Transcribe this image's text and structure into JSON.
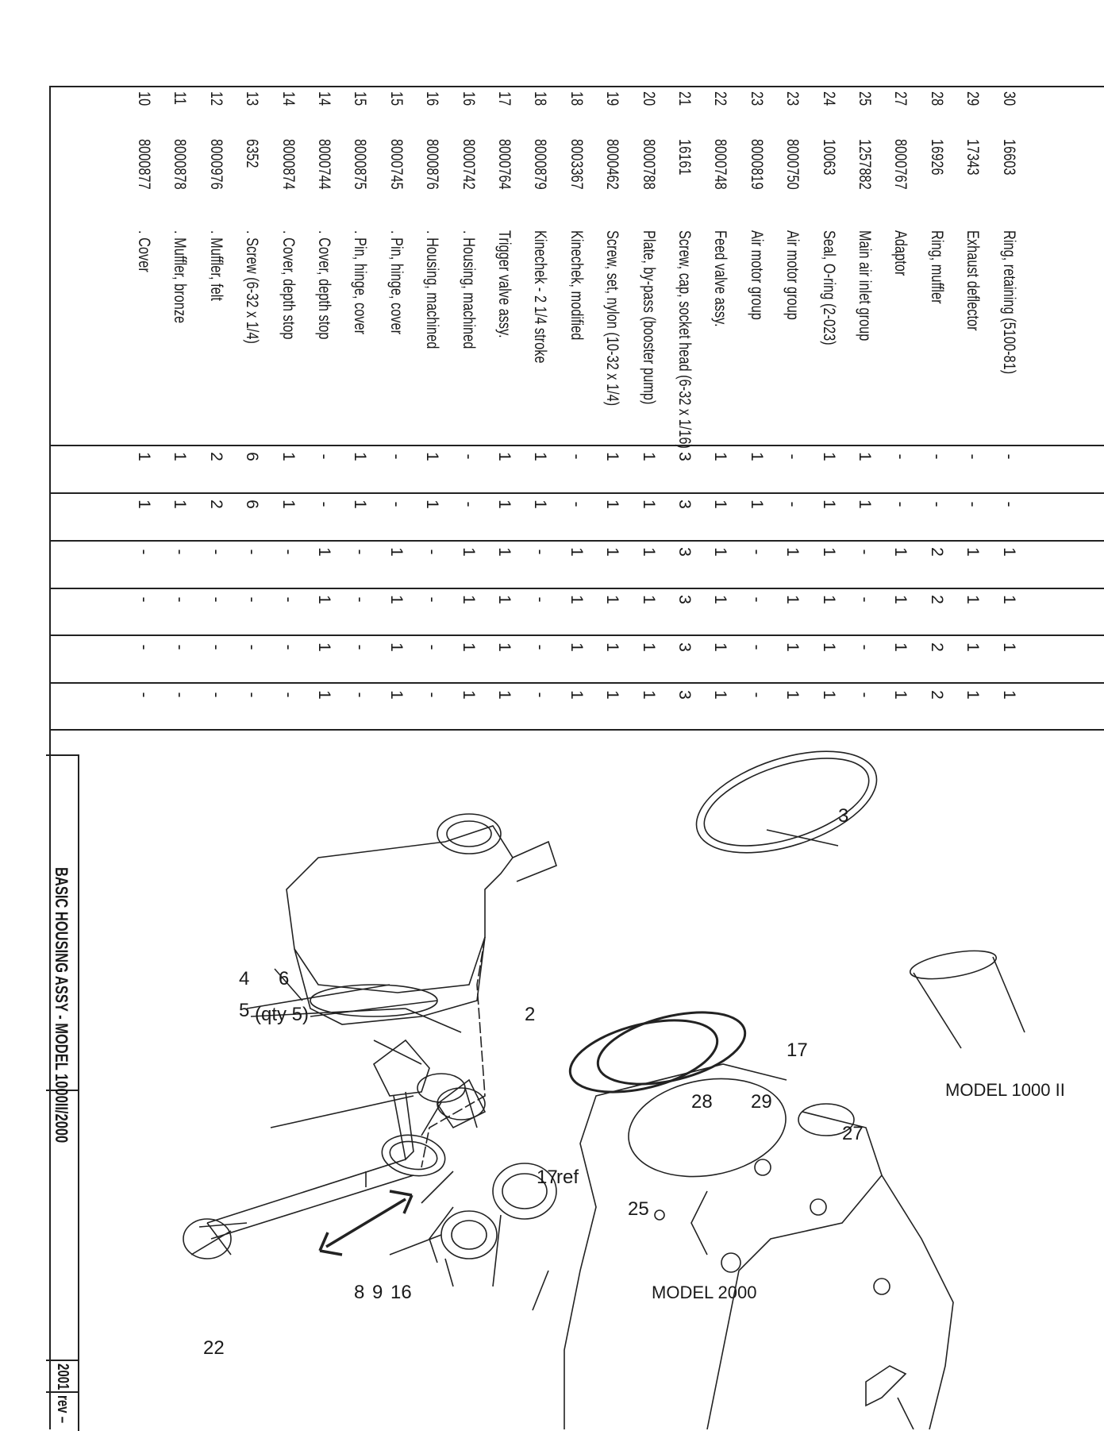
{
  "rows": [
    {
      "ref": "10",
      "part": "8000877",
      "desc": ". Cover",
      "q": [
        "1",
        "1",
        "-",
        "-",
        "-",
        "-"
      ]
    },
    {
      "ref": "11",
      "part": "8000878",
      "desc": ". Muffler, bronze",
      "q": [
        "1",
        "1",
        "-",
        "-",
        "-",
        "-"
      ]
    },
    {
      "ref": "12",
      "part": "8000976",
      "desc": ". Muffler, felt",
      "q": [
        "2",
        "2",
        "-",
        "-",
        "-",
        "-"
      ]
    },
    {
      "ref": "13",
      "part": "6352",
      "desc": ". Screw (6-32 x 1/4)",
      "q": [
        "6",
        "6",
        "-",
        "-",
        "-",
        "-"
      ]
    },
    {
      "ref": "14",
      "part": "8000874",
      "desc": ". Cover, depth stop",
      "q": [
        "1",
        "1",
        "-",
        "-",
        "-",
        "-"
      ]
    },
    {
      "ref": "14",
      "part": "8000744",
      "desc": ". Cover, depth stop",
      "q": [
        "-",
        "-",
        "1",
        "1",
        "1",
        "1"
      ]
    },
    {
      "ref": "15",
      "part": "8000875",
      "desc": ". Pin, hinge, cover",
      "q": [
        "1",
        "1",
        "-",
        "-",
        "-",
        "-"
      ]
    },
    {
      "ref": "15",
      "part": "8000745",
      "desc": ". Pin, hinge, cover",
      "q": [
        "-",
        "-",
        "1",
        "1",
        "1",
        "1"
      ]
    },
    {
      "ref": "16",
      "part": "8000876",
      "desc": ". Housing, machined",
      "q": [
        "1",
        "1",
        "-",
        "-",
        "-",
        "-"
      ]
    },
    {
      "ref": "16",
      "part": "8000742",
      "desc": ". Housing, machined",
      "q": [
        "-",
        "-",
        "1",
        "1",
        "1",
        "1"
      ]
    },
    {
      "ref": "17",
      "part": "8000764",
      "desc": "Trigger valve assy.",
      "q": [
        "1",
        "1",
        "1",
        "1",
        "1",
        "1"
      ]
    },
    {
      "ref": "18",
      "part": "8000879",
      "desc": "Kinechek - 2 1/4 stroke",
      "q": [
        "1",
        "1",
        "-",
        "-",
        "-",
        "-"
      ]
    },
    {
      "ref": "18",
      "part": "8003367",
      "desc": "Kinechek, modified",
      "q": [
        "-",
        "-",
        "1",
        "1",
        "1",
        "1"
      ]
    },
    {
      "ref": "19",
      "part": "8000462",
      "desc": "Screw, set, nylon (10-32 x 1/4)",
      "q": [
        "1",
        "1",
        "1",
        "1",
        "1",
        "1"
      ]
    },
    {
      "ref": "20",
      "part": "8000788",
      "desc": "Plate, by-pass (booster pump)",
      "q": [
        "1",
        "1",
        "1",
        "1",
        "1",
        "1"
      ]
    },
    {
      "ref": "21",
      "part": "16161",
      "desc": "Screw, cap, socket head (6-32 x 1/16)",
      "q": [
        "3",
        "3",
        "3",
        "3",
        "3",
        "3"
      ]
    },
    {
      "ref": "22",
      "part": "8000748",
      "desc": "Feed valve assy.",
      "q": [
        "1",
        "1",
        "1",
        "1",
        "1",
        "1"
      ]
    },
    {
      "ref": "23",
      "part": "8000819",
      "desc": "Air motor group",
      "q": [
        "1",
        "1",
        "-",
        "-",
        "-",
        "-"
      ]
    },
    {
      "ref": "23",
      "part": "8000750",
      "desc": "Air motor group",
      "q": [
        "-",
        "-",
        "1",
        "1",
        "1",
        "1"
      ]
    },
    {
      "ref": "24",
      "part": "10063",
      "desc": "Seal, O-ring (2-023)",
      "q": [
        "1",
        "1",
        "1",
        "1",
        "1",
        "1"
      ]
    },
    {
      "ref": "25",
      "part": "1257882",
      "desc": "Main air inlet group",
      "q": [
        "1",
        "1",
        "-",
        "-",
        "-",
        "-"
      ]
    },
    {
      "ref": "27",
      "part": "8000767",
      "desc": "Adaptor",
      "q": [
        "-",
        "-",
        "1",
        "1",
        "1",
        "1"
      ]
    },
    {
      "ref": "28",
      "part": "16926",
      "desc": "Ring, muffler",
      "q": [
        "-",
        "-",
        "2",
        "2",
        "2",
        "2"
      ]
    },
    {
      "ref": "29",
      "part": "17343",
      "desc": "Exhaust deflector",
      "q": [
        "-",
        "-",
        "1",
        "1",
        "1",
        "1"
      ]
    },
    {
      "ref": "30",
      "part": "16603",
      "desc": "Ring, retaining (5100-81)",
      "q": [
        "-",
        "-",
        "1",
        "1",
        "1",
        "1"
      ]
    }
  ],
  "callouts": {
    "c3": "3",
    "c6": "6",
    "c4": "4",
    "c5": "5",
    "c5q": "(qty 5)",
    "c2": "2",
    "c17": "17",
    "c17ref_a": "17",
    "c17ref_b": "ref",
    "c28": "28",
    "c29": "29",
    "c27": "27",
    "c25": "25",
    "c8": "8",
    "c9": "9",
    "c16": "16",
    "c22": "22"
  },
  "labels": {
    "model_1000": "MODEL 1000 II",
    "model_2000": "MODEL 2000"
  },
  "title_block": {
    "title": "BASIC HOUSING ASSY - MODEL 1000II/2000",
    "year": "2001",
    "rev": "rev –"
  }
}
